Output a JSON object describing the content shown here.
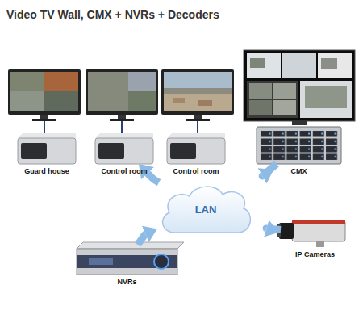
{
  "diagram": {
    "title": "Video TV Wall, CMX + NVRs + Decoders",
    "nodes": [
      {
        "text": [
          "Guard house"
        ]
      },
      {
        "text": [
          "Control room"
        ]
      },
      {
        "text": [
          "Control room"
        ]
      },
      {
        "text": [
          "CMX"
        ]
      },
      {
        "text": [
          "LAN"
        ]
      },
      {
        "text": [
          "NVRs"
        ]
      },
      {
        "text": [
          "IP Cameras"
        ]
      }
    ],
    "edges": [
      {
        "from": 4,
        "to": 1,
        "arrow": "to"
      },
      {
        "from": 3,
        "to": 4,
        "arrow": "to"
      },
      {
        "from": 5,
        "to": 4,
        "arrow": "to"
      },
      {
        "from": 6,
        "to": 4,
        "arrow": "to"
      }
    ]
  }
}
